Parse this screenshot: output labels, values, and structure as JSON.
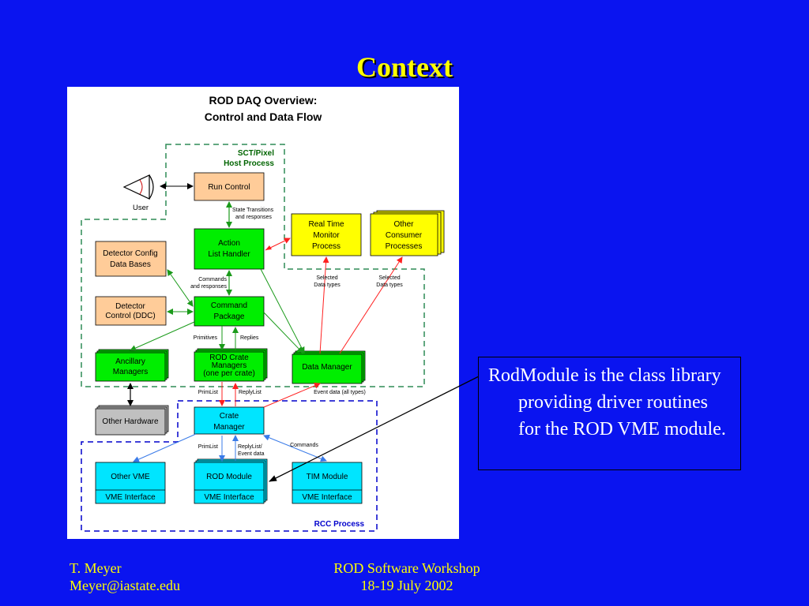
{
  "slide": {
    "title": "Context"
  },
  "diagram": {
    "title_line1": "ROD DAQ Overview:",
    "title_line2": "Control and Data Flow",
    "regions": {
      "sct_pixel_line1": "SCT/Pixel",
      "sct_pixel_line2": "Host Process",
      "rcc_process": "RCC Process"
    },
    "user_label": "User",
    "boxes": {
      "run_control": "Run Control",
      "action_list_line1": "Action",
      "action_list_line2": "List Handler",
      "real_time_line1": "Real Time",
      "real_time_line2": "Monitor",
      "real_time_line3": "Process",
      "other_consumer_line1": "Other",
      "other_consumer_line2": "Consumer",
      "other_consumer_line3": "Processes",
      "detector_config_line1": "Detector Config",
      "detector_config_line2": "Data Bases",
      "detector_control_line1": "Detector",
      "detector_control_line2": "Control  (DDC)",
      "command_package_line1": "Command",
      "command_package_line2": "Package",
      "ancillary_line1": "Ancillary",
      "ancillary_line2": "Managers",
      "rod_crate_line1": "ROD Crate",
      "rod_crate_line2": "Managers",
      "rod_crate_line3": "(one per crate)",
      "data_manager": "Data Manager",
      "other_hardware": "Other Hardware",
      "crate_manager_line1": "Crate",
      "crate_manager_line2": "Manager",
      "other_vme": "Other VME",
      "rod_module": "ROD Module",
      "tim_module": "TIM Module",
      "vme_interface": "VME Interface"
    },
    "edge_labels": {
      "state_transitions_line1": "State Transitions",
      "state_transitions_line2": "and responses",
      "commands_responses_line1": "Commands",
      "commands_responses_line2": "and responses",
      "selected_data_types_line1": "Selected",
      "selected_data_types_line2": "Data types",
      "primitives": "Primitives",
      "replies": "Replies",
      "primlist": "PrimList",
      "replylist": "ReplyList",
      "event_data_all_types": "Event data (all types)",
      "replylist_event_line1": "ReplyList/",
      "replylist_event_line2": "Event data",
      "commands": "Commands"
    },
    "colors": {
      "green": "#00ee00",
      "cyan": "#00e5ff",
      "yellow": "#ffff00",
      "peach": "#ffcc99",
      "gray": "#c0c0c0",
      "region_green": "#2e8b57",
      "region_blue": "#0000cc"
    }
  },
  "note": {
    "text": "RodModule is the class library providing driver routines for the ROD VME module."
  },
  "footer": {
    "author": "T. Meyer",
    "email": "Meyer@iastate.edu",
    "event": "ROD Software Workshop",
    "date": "18-19 July 2002"
  }
}
